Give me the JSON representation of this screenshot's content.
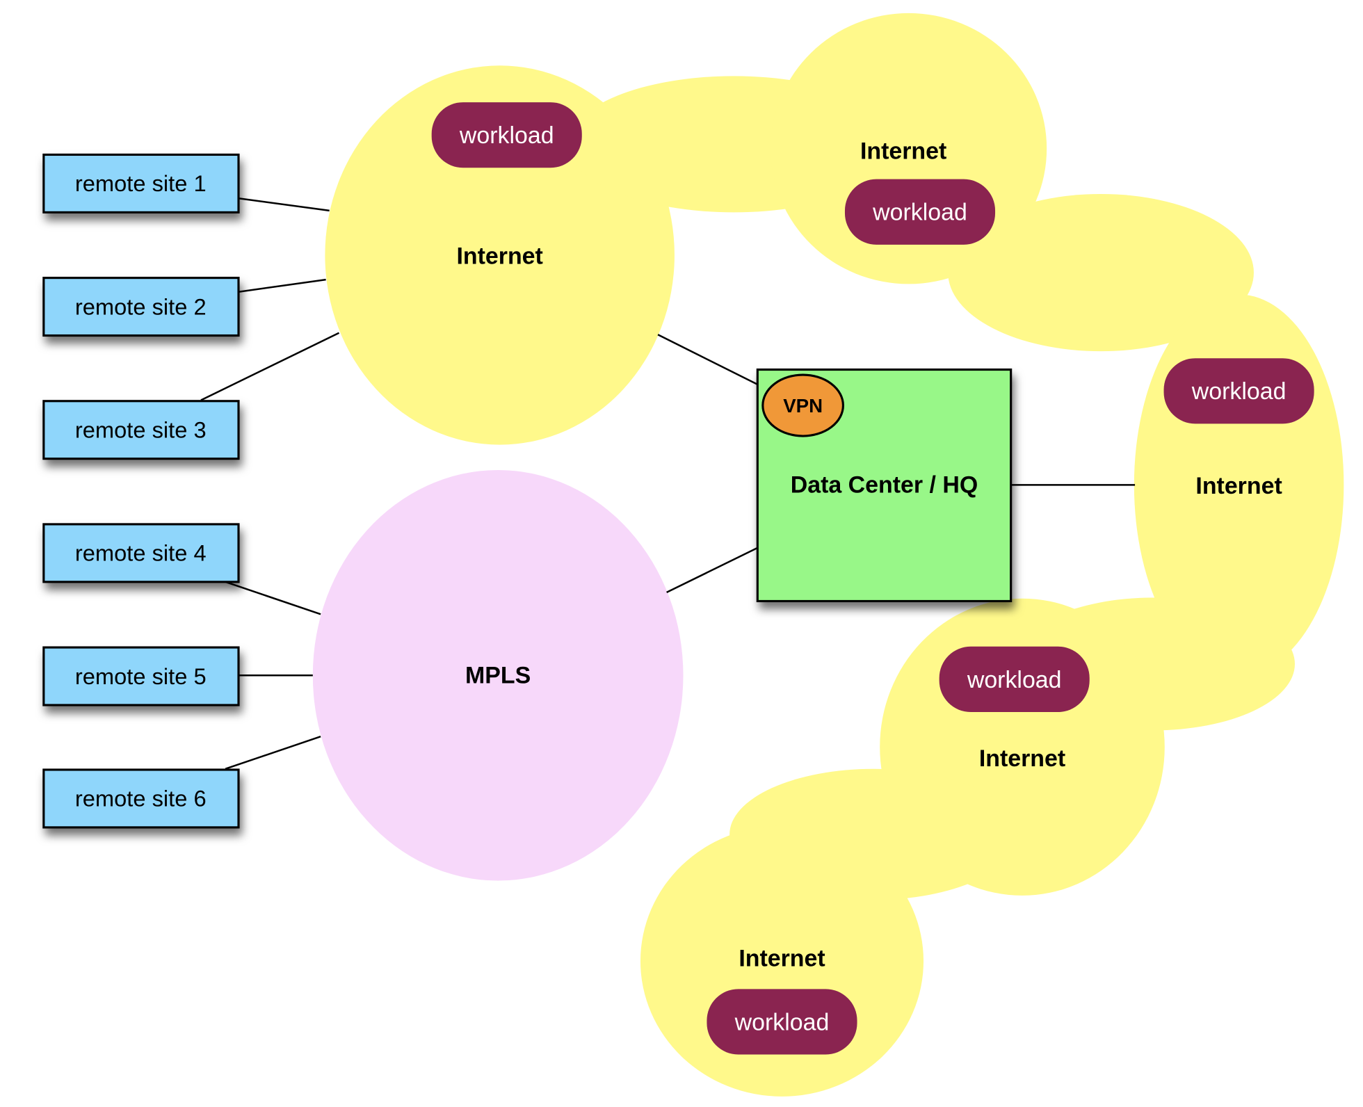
{
  "diagram": {
    "remote_sites": [
      {
        "label": "remote site 1",
        "connects_to": "Internet"
      },
      {
        "label": "remote site 2",
        "connects_to": "Internet"
      },
      {
        "label": "remote site 3",
        "connects_to": "Internet"
      },
      {
        "label": "remote site 4",
        "connects_to": "MPLS"
      },
      {
        "label": "remote site 5",
        "connects_to": "MPLS"
      },
      {
        "label": "remote site 6",
        "connects_to": "MPLS"
      }
    ],
    "clouds": [
      {
        "label": "Internet",
        "workload": "workload"
      },
      {
        "label": "Internet",
        "workload": "workload"
      },
      {
        "label": "Internet",
        "workload": "workload"
      },
      {
        "label": "Internet",
        "workload": "workload"
      },
      {
        "label": "Internet",
        "workload": "workload"
      }
    ],
    "mpls": {
      "label": "MPLS"
    },
    "datacenter": {
      "label": "Data Center / HQ",
      "vpn_label": "VPN"
    },
    "colors": {
      "remote_site": "#8fd6fb",
      "internet_cloud": "#fff98b",
      "mpls_cloud": "#f7d8fa",
      "workload": "#8a2450",
      "datacenter": "#98f788",
      "vpn": "#f09838"
    }
  }
}
